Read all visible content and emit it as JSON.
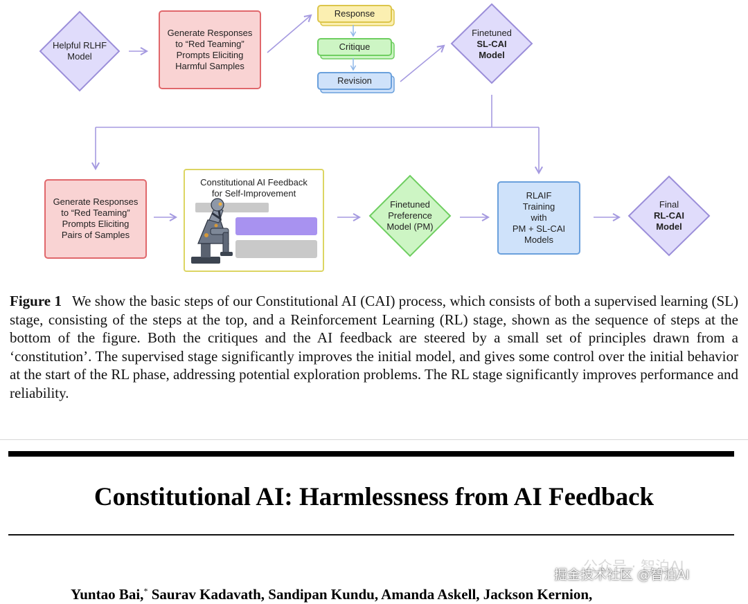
{
  "figure": {
    "nodes": {
      "helpful_rlhf": "Helpful RLHF\nModel",
      "gen_sl": "Generate Responses\nto “Red Teaming”\nPrompts Eliciting\nHarmful Samples",
      "response": "Response",
      "critique": "Critique",
      "revision": "Revision",
      "sl_cai_line1": "Finetuned",
      "sl_cai_line2": "SL-CAI",
      "sl_cai_line3": "Model",
      "gen_rl": "Generate Responses\nto “Red Teaming”\nPrompts Eliciting\nPairs of Samples",
      "feedback_title": "Constitutional AI Feedback\nfor Self-Improvement",
      "pm": "Finetuned\nPreference\nModel (PM)",
      "rlaif": "RLAIF\nTraining\nwith\nPM + SL-CAI\nModels",
      "final_line1": "Final",
      "final_line2": "RL-CAI",
      "final_line3": "Model"
    },
    "caption_label": "Figure 1",
    "caption_text": "We show the basic steps of our Constitutional AI (CAI) process, which consists of both a supervised learning (SL) stage, consisting of the steps at the top, and a Reinforcement Learning (RL) stage, shown as the sequence of steps at the bottom of the figure. Both the critiques and the AI feedback are steered by a small set of principles drawn from a ‘constitution’. The supervised stage significantly improves the initial model, and gives some control over the initial behavior at the start of the RL phase, addressing potential exploration problems. The RL stage significantly improves performance and reliability."
  },
  "paper": {
    "title": "Constitutional AI: Harmlessness from AI Feedback",
    "first_author": "Yuntao Bai,",
    "first_author_mark": "*",
    "other_authors": "Saurav Kadavath, Sandipan Kundu, Amanda Askell, Jackson Kernion,"
  },
  "watermark": {
    "ghost": "公众号 · 智泊AI",
    "text": "掘金技术社区 @智泊AI"
  },
  "colors": {
    "diamond_fill": "#e0dcfb",
    "diamond_stroke": "#9b8ed9",
    "red_fill": "#f9d3d3",
    "red_stroke": "#e0676b",
    "yellow_fill": "#fbefb1",
    "yellow_stroke": "#dcc54a",
    "green_fill": "#cdf5c4",
    "green_stroke": "#6fce61",
    "blue_fill": "#cfe2fa",
    "blue_stroke": "#6aa0dc",
    "arrow": "#a59ae0",
    "chat_purple": "#a892f0",
    "chat_gray": "#c9c9c9"
  }
}
